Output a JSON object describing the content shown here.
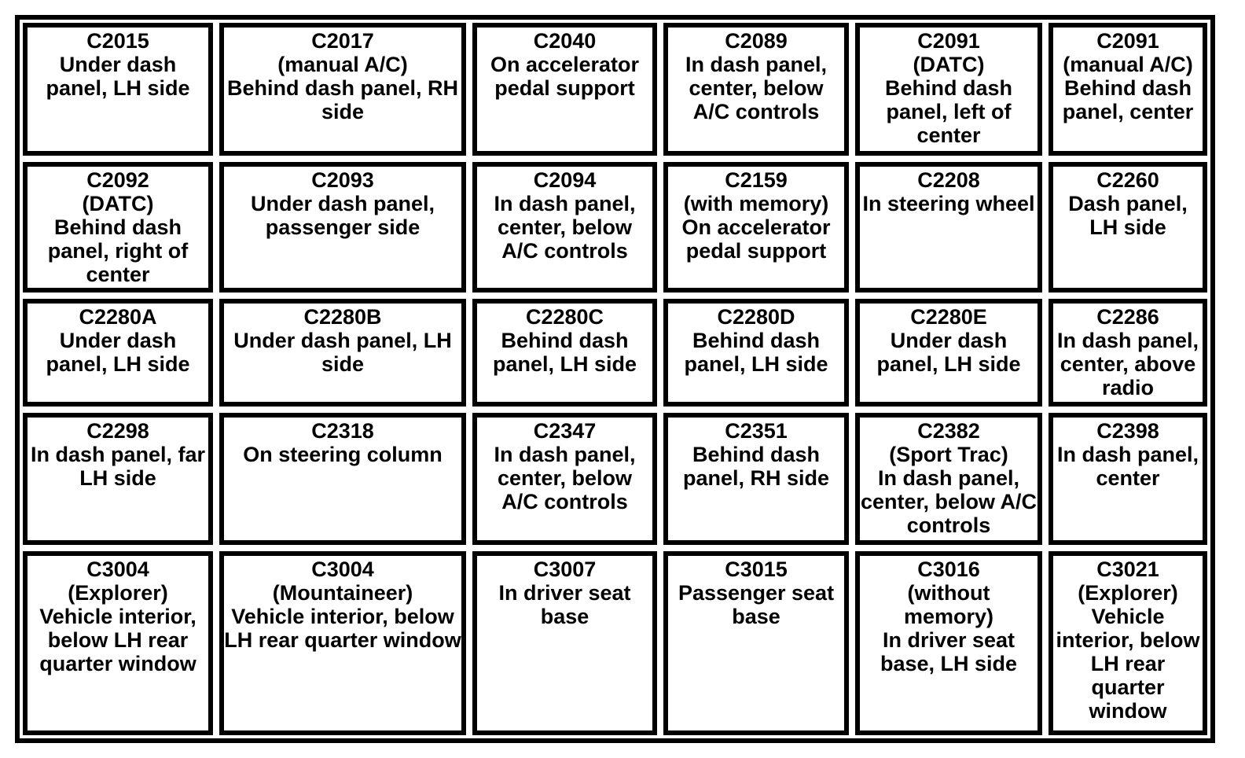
{
  "page": {
    "background_color": "#ffffff",
    "text_color": "#000000",
    "border_color": "#000000"
  },
  "table": {
    "columns": 6,
    "rows": 5,
    "cells": [
      {
        "id": "C2015",
        "location": "Under dash panel, LH side"
      },
      {
        "id": "C2017",
        "variant": "(manual A/C)",
        "location": "Behind dash panel, RH side"
      },
      {
        "id": "C2040",
        "location": "On accelerator pedal support"
      },
      {
        "id": "C2089",
        "location": "In dash panel, center, below A/C controls"
      },
      {
        "id": "C2091",
        "variant": "(DATC)",
        "location": "Behind dash panel, left of center"
      },
      {
        "id": "C2091",
        "variant": "(manual A/C)",
        "location": "Behind dash panel, center"
      },
      {
        "id": "C2092",
        "variant": "(DATC)",
        "location": "Behind dash panel, right of center"
      },
      {
        "id": "C2093",
        "location": "Under dash panel, passenger side"
      },
      {
        "id": "C2094",
        "location": "In dash panel, center, below A/C controls"
      },
      {
        "id": "C2159",
        "variant": "(with memory)",
        "location": "On accelerator pedal support"
      },
      {
        "id": "C2208",
        "location": "In steering wheel"
      },
      {
        "id": "C2260",
        "location": "Dash panel, LH side"
      },
      {
        "id": "C2280A",
        "location": "Under dash panel, LH side"
      },
      {
        "id": "C2280B",
        "location": "Under dash panel, LH side"
      },
      {
        "id": "C2280C",
        "location": "Behind dash panel, LH side"
      },
      {
        "id": "C2280D",
        "location": "Behind dash panel, LH side"
      },
      {
        "id": "C2280E",
        "location": "Under dash panel, LH side"
      },
      {
        "id": "C2286",
        "location": "In dash panel, center, above radio"
      },
      {
        "id": "C2298",
        "location": "In dash panel, far LH side"
      },
      {
        "id": "C2318",
        "location": "On steering column"
      },
      {
        "id": "C2347",
        "location": "In dash panel, center, below A/C controls"
      },
      {
        "id": "C2351",
        "location": "Behind dash panel, RH side"
      },
      {
        "id": "C2382",
        "variant": "(Sport Trac)",
        "location": "In dash panel, center, below A/C controls"
      },
      {
        "id": "C2398",
        "location": "In dash panel, center"
      },
      {
        "id": "C3004",
        "variant": "(Explorer)",
        "location": "Vehicle interior, below LH rear quarter window"
      },
      {
        "id": "C3004",
        "variant": "(Mountaineer)",
        "location": "Vehicle interior, below LH rear quarter window"
      },
      {
        "id": "C3007",
        "location": "In driver seat base"
      },
      {
        "id": "C3015",
        "location": "Passenger seat base"
      },
      {
        "id": "C3016",
        "variant": "(without memory)",
        "location": "In driver seat base, LH side"
      },
      {
        "id": "C3021",
        "variant": "(Explorer)",
        "location": "Vehicle interior, below LH rear quarter window"
      }
    ]
  }
}
